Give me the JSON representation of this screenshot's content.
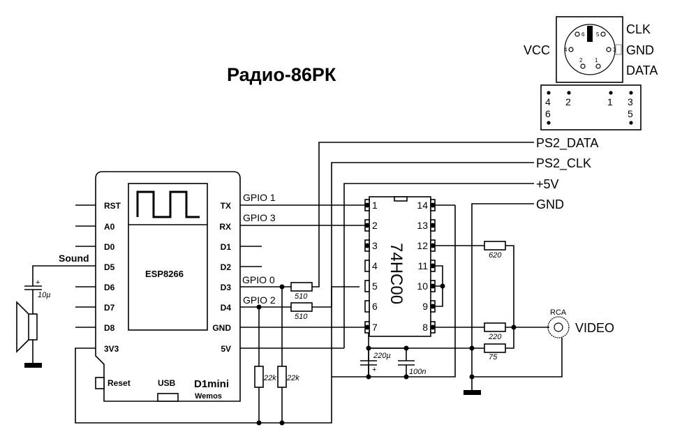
{
  "title": "Радио-86РК",
  "colors": {
    "green": "#1a7a1a",
    "olive": "#8a8420",
    "blue": "#1a1aa8",
    "red": "#d01818"
  },
  "board": {
    "name": "D1mini",
    "vendor": "Wemos",
    "chip": "ESP8266",
    "usb_label": "USB",
    "reset_label": "Reset",
    "left_pins": [
      "RST",
      "A0",
      "D0",
      "D5",
      "D6",
      "D7",
      "D8",
      "3V3"
    ],
    "right_pins": [
      "TX",
      "RX",
      "D1",
      "D2",
      "D3",
      "D4",
      "GND",
      "5V"
    ]
  },
  "nets": {
    "gpio1": "GPIO 1",
    "gpio3": "GPIO 3",
    "gpio0": "GPIO 0",
    "gpio2": "GPIO 2",
    "sound": "Sound",
    "ps2_data": "PS2_DATA",
    "ps2_clk": "PS2_CLK",
    "plus5v": "+5V",
    "gnd": "GND",
    "video": "VIDEO",
    "rca": "RCA"
  },
  "ic": {
    "name": "74HC00",
    "left_pins": [
      "1",
      "2",
      "3",
      "4",
      "5",
      "6",
      "7"
    ],
    "right_pins": [
      "14",
      "13",
      "12",
      "11",
      "10",
      "9",
      "8"
    ]
  },
  "components": {
    "r_gpio0": "510",
    "r_gpio2": "510",
    "r_pull1": "22k",
    "r_pull2": "22k",
    "r_620": "620",
    "r_220": "220",
    "r_75": "75",
    "c_bulk": "220µ",
    "c_bypass": "100n",
    "c_sound": "10µ",
    "polarity_plus": "+"
  },
  "ps2": {
    "labels": {
      "clk": "CLK",
      "vcc": "VCC",
      "gnd": "GND",
      "data": "DATA"
    },
    "socket_pins": [
      "6",
      "5",
      "4",
      "3",
      "2",
      "1"
    ],
    "header_top": [
      "4",
      "2",
      "1",
      "3"
    ],
    "header_bottom": [
      "6",
      "5"
    ]
  }
}
